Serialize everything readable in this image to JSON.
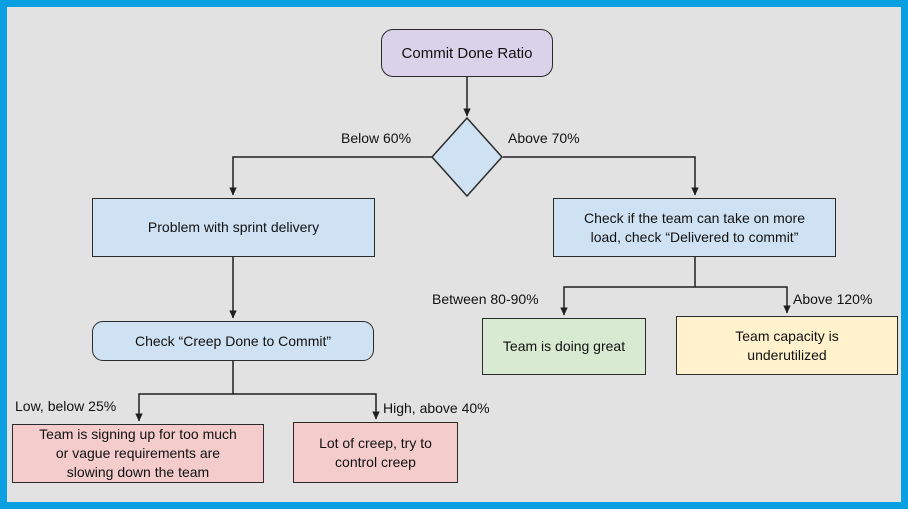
{
  "colors": {
    "frame": "#0a9fe0",
    "background": "#e2e2e2",
    "shape_border": "#2b2b2b",
    "connector": "#1f1f1f",
    "node_start_fill": "#d9d2e9",
    "node_blue_fill": "#cfe2f3",
    "node_warning_fill": "#f4cccc",
    "node_success_fill": "#d9ead3",
    "node_caution_fill": "#fff2cc"
  },
  "flowchart": {
    "nodes": {
      "start": {
        "label": "Commit Done Ratio"
      },
      "problem": {
        "label": "Problem with sprint delivery"
      },
      "check_creep": {
        "label": "Check “Creep Done to Commit”"
      },
      "signing_up": {
        "label": "Team is signing up for too much\nor vague requirements are\nslowing down the team"
      },
      "lot_of_creep": {
        "label": "Lot of creep, try to\ncontrol creep"
      },
      "check_load": {
        "label": "Check if the team can take on more\nload, check “Delivered to commit”"
      },
      "doing_great": {
        "label": "Team is doing great"
      },
      "underutilized": {
        "label": "Team capacity is\nunderutilized"
      }
    },
    "edge_labels": {
      "below_60": "Below 60%",
      "above_70": "Above 70%",
      "low_below_25": "Low, below 25%",
      "high_above_40": "High, above 40%",
      "between_80_90": "Between 80-90%",
      "above_120": "Above 120%"
    }
  }
}
